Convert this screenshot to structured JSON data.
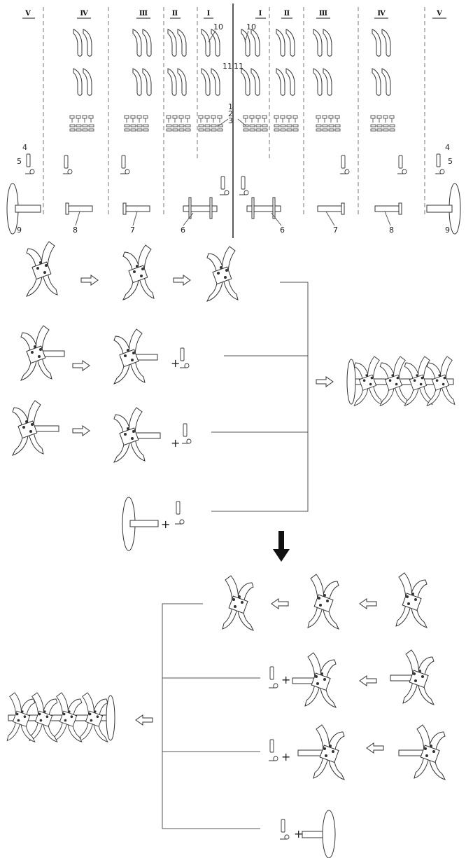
{
  "roman_labels": [
    "Ⅴ",
    "Ⅳ",
    "Ⅲ",
    "Ⅱ",
    "Ⅰ",
    "Ⅰ",
    "Ⅱ",
    "Ⅲ",
    "Ⅳ",
    "Ⅴ"
  ],
  "callouts": {
    "n10": "10",
    "n11": "11",
    "n1": "1",
    "n2": "2",
    "n3": "3",
    "n4": "4",
    "n5": "5",
    "n6": "6",
    "n7": "7",
    "n8": "8",
    "n9": "9"
  },
  "plus": "+",
  "colors": {
    "ink": "#333333",
    "arrow_fill": "#111111"
  },
  "icons": [
    "blade-pair-icon",
    "bolt-set-icon",
    "pin-icon",
    "clip-icon",
    "shaft-icon",
    "disc-icon",
    "hollow-arrow-icon",
    "down-arrow-icon"
  ]
}
